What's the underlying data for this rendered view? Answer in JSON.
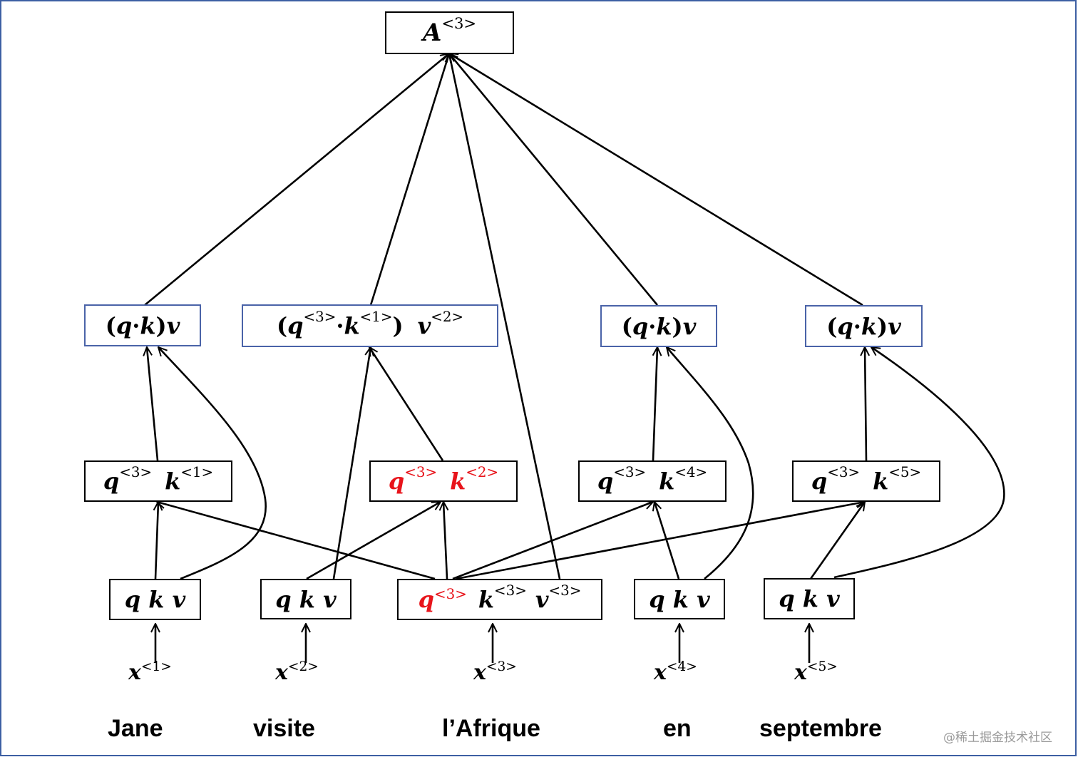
{
  "output": {
    "base": "A",
    "sup": "<3>"
  },
  "attention_terms": [
    {
      "open": "(",
      "q": "q",
      "dot": " · ",
      "k": "k",
      "close": ")",
      "v": "v"
    },
    {
      "open": "(",
      "q": "q",
      "q_sup": "<3>",
      "dot": "· ",
      "k": "k",
      "k_sup": "<1>",
      "close": ")",
      "v": "v",
      "v_sup": "<2>"
    },
    {
      "open": "(",
      "q": "q",
      "dot": " · ",
      "k": "k",
      "close": ")",
      "v": "v"
    },
    {
      "open": "(",
      "q": "q",
      "dot": " · ",
      "k": "k",
      "close": ")",
      "v": "v"
    }
  ],
  "qk_pairs": [
    {
      "q": "q",
      "q_sup": "<3>",
      "k": "k",
      "k_sup": "<1>",
      "highlight": false
    },
    {
      "q": "q",
      "q_sup": "<3>",
      "k": "k",
      "k_sup": "<2>",
      "highlight": true
    },
    {
      "q": "q",
      "q_sup": "<3>",
      "k": "k",
      "k_sup": "<4>",
      "highlight": false
    },
    {
      "q": "q",
      "q_sup": "<3>",
      "k": "k",
      "k_sup": "<5>",
      "highlight": false
    }
  ],
  "qkv": [
    {
      "text": "q k v"
    },
    {
      "text": "q k v"
    },
    {
      "q": "q",
      "q_sup": "<3>",
      "k": "k",
      "k_sup": "<3>",
      "v": "v",
      "v_sup": "<3>"
    },
    {
      "text": "q k v"
    },
    {
      "text": "q k v"
    }
  ],
  "inputs": [
    {
      "base": "x",
      "sup": "<1>"
    },
    {
      "base": "x",
      "sup": "<2>"
    },
    {
      "base": "x",
      "sup": "<3>"
    },
    {
      "base": "x",
      "sup": "<4>"
    },
    {
      "base": "x",
      "sup": "<5>"
    }
  ],
  "words": [
    "Jane",
    "visite",
    "l’Afrique",
    "en",
    "septembre"
  ],
  "watermark": "@稀土掘金技术社区",
  "colors": {
    "highlight": "#e8141b",
    "blue_border": "#4a63a8",
    "frame": "#3d5fa3"
  }
}
